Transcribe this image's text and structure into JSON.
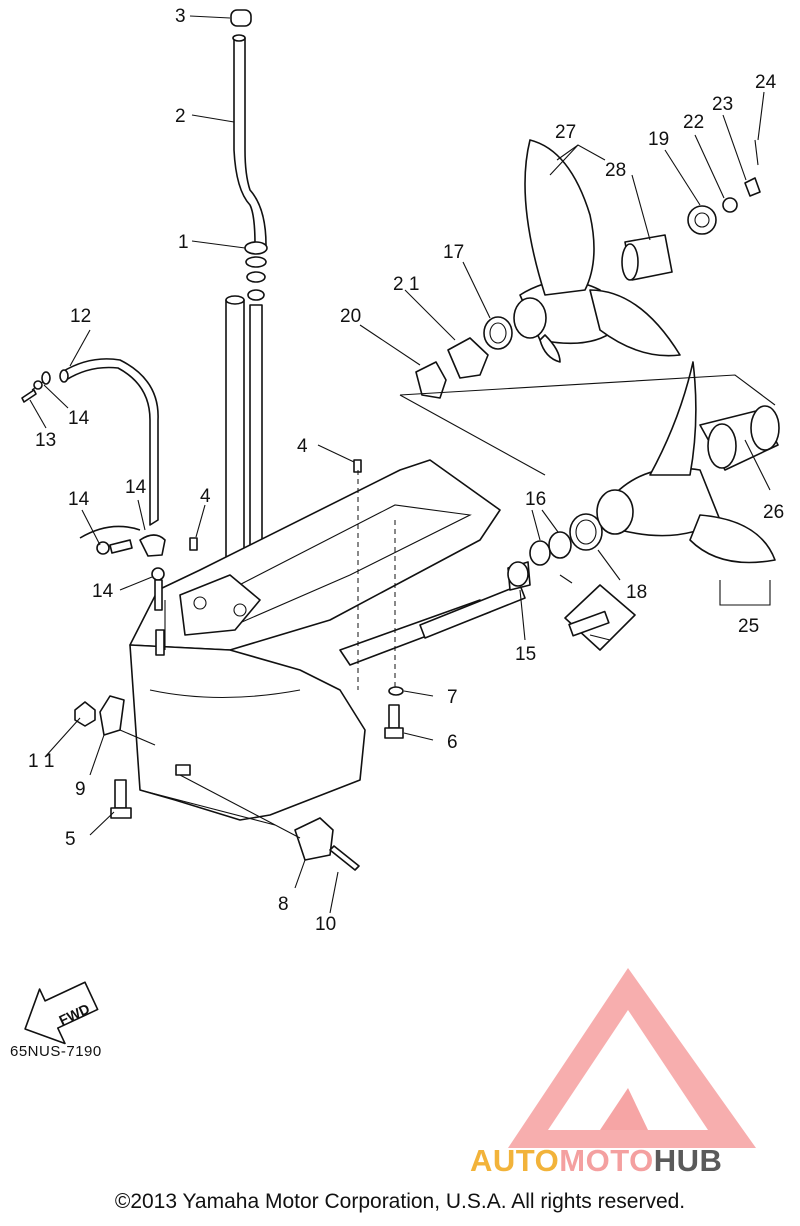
{
  "diagram": {
    "drawing_code": "65NUS-7190",
    "fwd_label": "FWD",
    "copyright": "©2013 Yamaha Motor Corporation, U.S.A. All rights reserved.",
    "watermark": {
      "part1": "AUTO",
      "part2": "MOTO",
      "part3": "HUB",
      "color1": "#f2b33a",
      "color2": "#f4a0a0",
      "color3": "#5a5a5a"
    },
    "callouts": {
      "c1": "1",
      "c2": "2",
      "c3": "3",
      "c4a": "4",
      "c4b": "4",
      "c5": "5",
      "c6": "6",
      "c7": "7",
      "c8": "8",
      "c9": "9",
      "c10": "10",
      "c11": "1 1",
      "c12": "12",
      "c13": "13",
      "c14a": "14",
      "c14b": "14",
      "c14c": "14",
      "c14d": "14",
      "c15": "15",
      "c16": "16",
      "c17": "17",
      "c18": "18",
      "c19": "19",
      "c20": "20",
      "c21": "2 1",
      "c22": "22",
      "c23": "23",
      "c24": "24",
      "c25": "25",
      "c26": "26",
      "c27": "27",
      "c28": "28"
    }
  }
}
